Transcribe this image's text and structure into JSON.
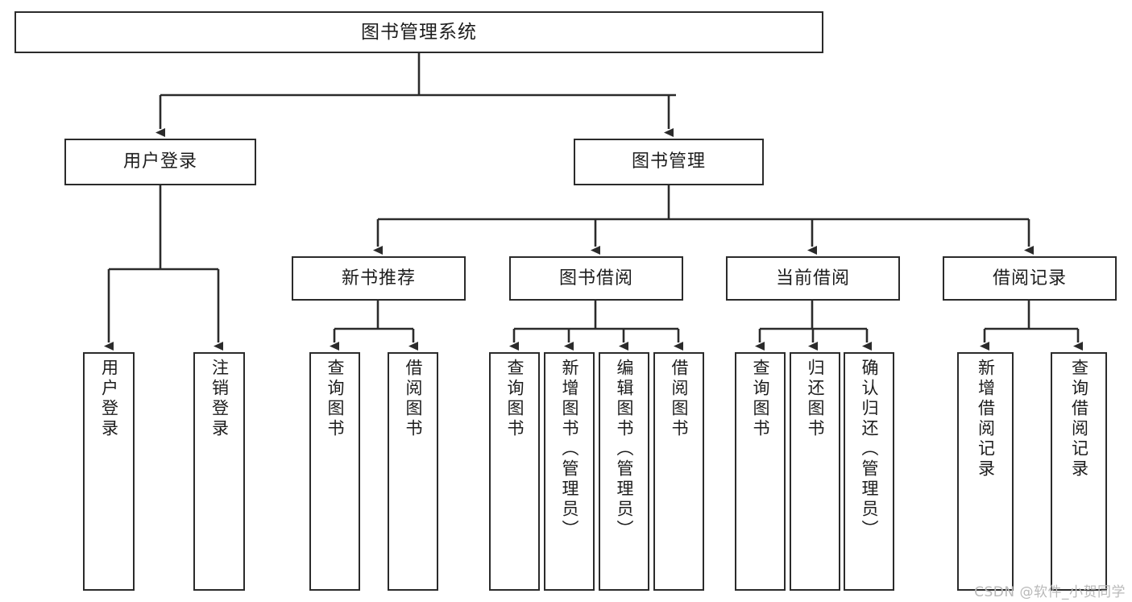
{
  "diagram": {
    "title": "图书管理系统",
    "watermark": "CSDN @软件_小贺同学",
    "root": {
      "label": "图书管理系统"
    },
    "level2": [
      {
        "id": "user-login",
        "label": "用户登录"
      },
      {
        "id": "book-manage",
        "label": "图书管理"
      }
    ],
    "level3": [
      {
        "id": "new-book-recommend",
        "label": "新书推荐"
      },
      {
        "id": "book-borrow",
        "label": "图书借阅"
      },
      {
        "id": "current-borrow",
        "label": "当前借阅"
      },
      {
        "id": "borrow-record",
        "label": "借阅记录"
      }
    ],
    "leaves": {
      "user_login": [
        {
          "id": "leaf-user-login",
          "label": "用户登录"
        },
        {
          "id": "leaf-logout",
          "label": "注销登录"
        }
      ],
      "new_book_recommend": [
        {
          "id": "leaf-query-book-1",
          "label": "查询图书"
        },
        {
          "id": "leaf-borrow-book-1",
          "label": "借阅图书"
        }
      ],
      "book_borrow": [
        {
          "id": "leaf-query-book-2",
          "label": "查询图书"
        },
        {
          "id": "leaf-add-book",
          "label": "新增图书（管理员）"
        },
        {
          "id": "leaf-edit-book",
          "label": "编辑图书（管理员）"
        },
        {
          "id": "leaf-borrow-book-2",
          "label": "借阅图书"
        }
      ],
      "current_borrow": [
        {
          "id": "leaf-query-book-3",
          "label": "查询图书"
        },
        {
          "id": "leaf-return-book",
          "label": "归还图书"
        },
        {
          "id": "leaf-confirm-return",
          "label": "确认归还（管理员）"
        }
      ],
      "borrow_record": [
        {
          "id": "leaf-add-record",
          "label": "新增借阅记录"
        },
        {
          "id": "leaf-query-record",
          "label": "查询借阅记录"
        }
      ]
    },
    "colors": {
      "stroke": "#2b2b2b",
      "fill": "#ffffff",
      "text": "#1d1d1d",
      "watermark": "#b9b9b9"
    }
  }
}
